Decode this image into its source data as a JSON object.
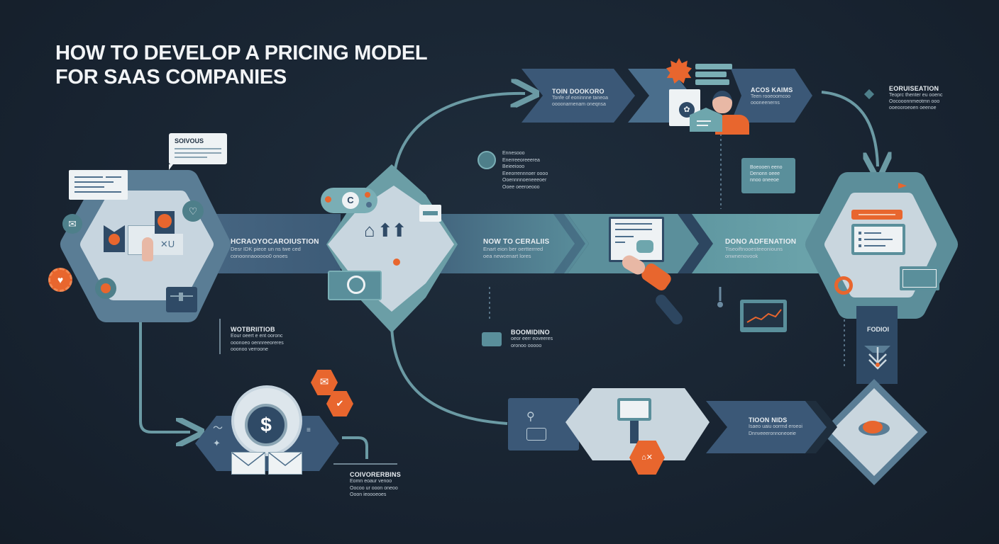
{
  "title": {
    "line1": "HOW TO DEVELOP A PRICING MODEL",
    "line2": "FOR SAAS COMPANIES"
  },
  "colors": {
    "background": "#1a2533",
    "navy": "#2f4a66",
    "slate": "#4e6f8c",
    "teal": "#5f98a2",
    "light": "#c9d6de",
    "orange": "#e8662e",
    "text": "#e9eef2"
  },
  "callout_bubble": {
    "label": "SOIVOUS"
  },
  "steps": [
    {
      "id": "step-1",
      "heading": "HCRAOYOCAROIUSTION",
      "body": "Desr IDK piece un ns twe ced\nconoonnaooooo0 onoes"
    },
    {
      "id": "step-2",
      "heading": "NOW TO CERALIIS",
      "body": "Enart eion ber oertterrred\noea newcenart lores"
    },
    {
      "id": "step-3",
      "heading": "DONO ADFENATION",
      "body": "Tiseoiftnooesteeoniouns\nonwnenovook"
    },
    {
      "id": "step-top-1",
      "heading": "TOIN DOOKORO",
      "body": "Tonfe of eoninnne taneoa\noooonarnenam oneqnsa"
    },
    {
      "id": "step-top-2",
      "heading": "ACOS KAIMS",
      "body": "Teen rooeoomcoo\noooneenerns"
    },
    {
      "id": "step-top-3",
      "heading": "EORUISEATION",
      "body": "Teoprc thenter eu ooenc\nOocooonnmeotmn ooo\nooeooroeoen oeenoe"
    },
    {
      "id": "step-mid-1",
      "heading": "WOTBRIITIOB",
      "body": "Eour oeert e ent ooronc\nooonoeo oennreeoreres\nooonoo verroone"
    },
    {
      "id": "step-mid-2",
      "heading": "BOOMIDINO",
      "body": "oeor eerr eoveeres\noronoo ooooo"
    },
    {
      "id": "step-bottom-1",
      "heading": "TIOON NIDS",
      "body": "Isaeo uaiu oorrnd eroeoi\nDnnveeeronnoneoeie"
    },
    {
      "id": "step-bottom-2",
      "heading": "COIVORERBINS",
      "body": "Eomn eoaur venoo\nOocoo ur ooon oneoo\nOoon ieoooeoes"
    }
  ],
  "notes": {
    "note_upper": "Ennesooo\nEnerreeoreeerea\nBeieeiooo\nEeeorrennnoer oooo\nOoennnnoeneeeoer\nOoee oeeroeooo",
    "speech_box": "Boeooen eeno\nDenonn oeee\nnnoo oneeoe"
  },
  "side_tag": {
    "label": "FODIOI"
  },
  "icons": {
    "dollar": "$"
  }
}
